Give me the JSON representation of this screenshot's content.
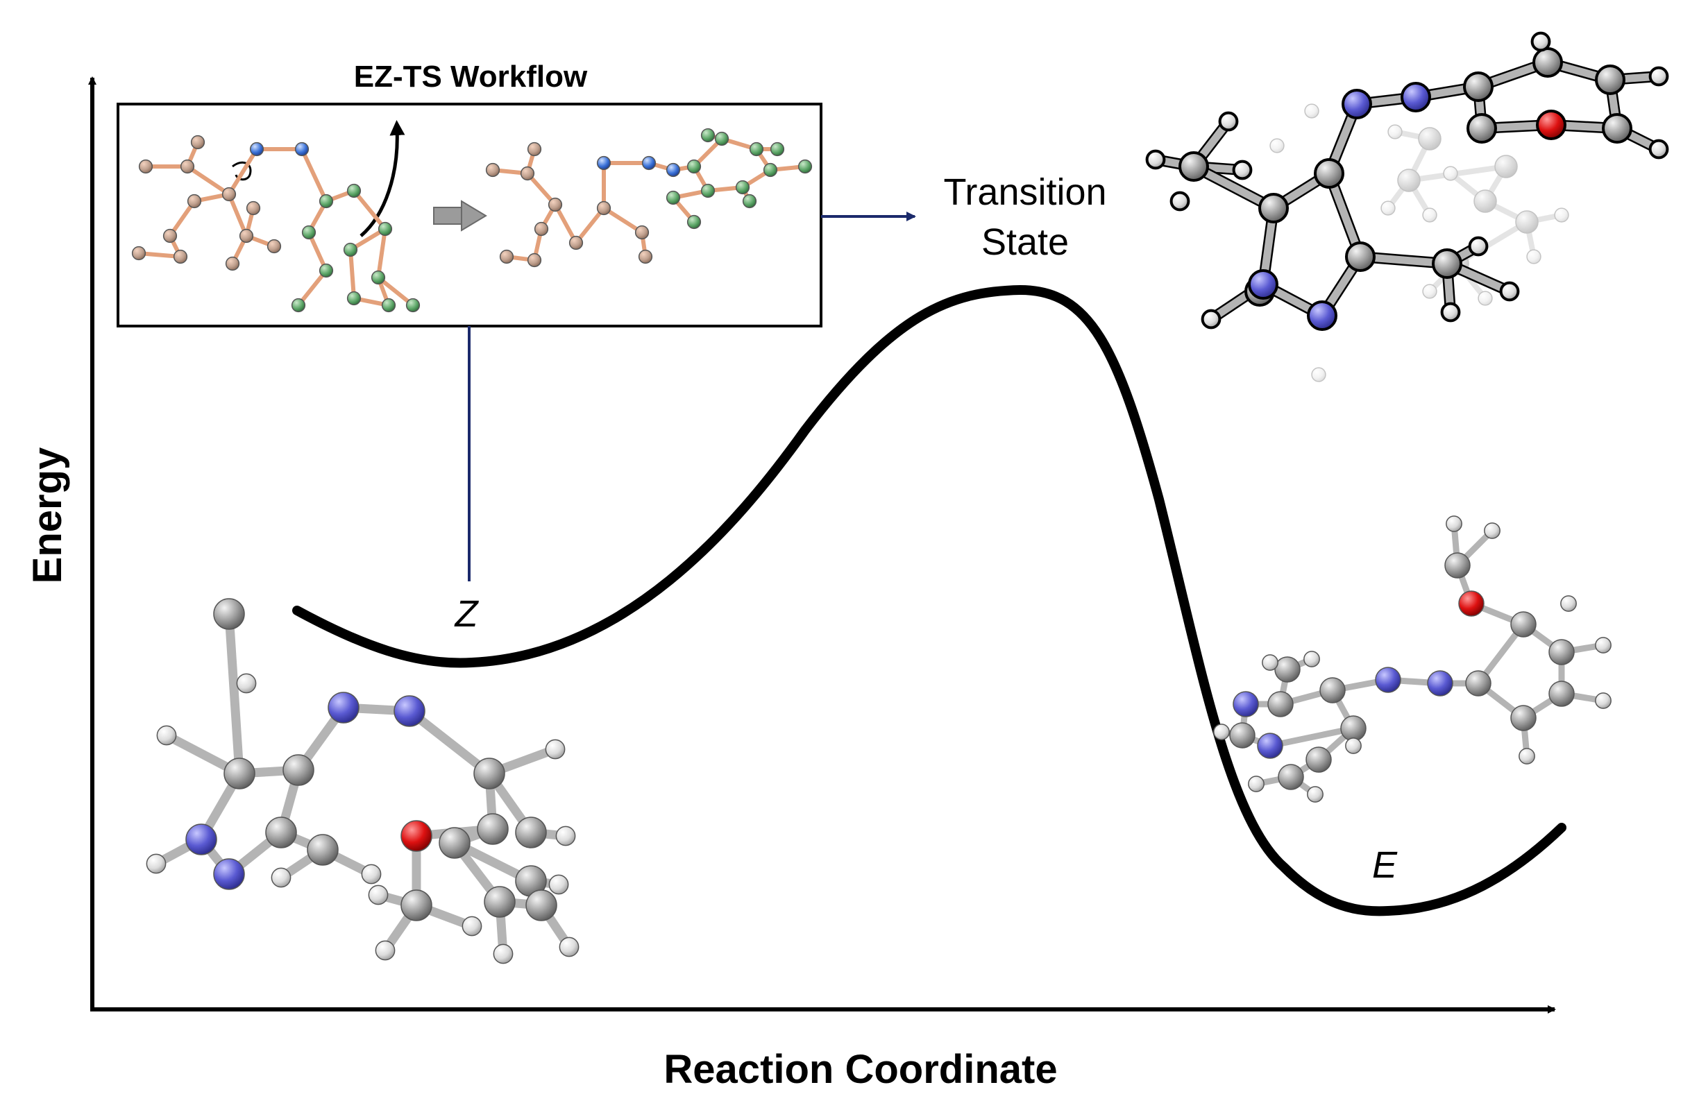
{
  "diagram": {
    "x_axis_label": "Reaction Coordinate",
    "y_axis_label": "Energy",
    "z_label": "Z",
    "e_label": "E",
    "ts_label_line1": "Transition",
    "ts_label_line2": "State",
    "workflow_title": "EZ-TS Workflow"
  },
  "colors": {
    "carbon": "#9a9a9a",
    "hydrogen": "#e8e8e8",
    "nitrogen": "#5a5ad2",
    "oxygen": "#dd1111",
    "bond": "#b4b4b4",
    "workflow_orange": "#e3a07a",
    "workflow_green": "#4c9a5a",
    "workflow_blue": "#3b72d8",
    "connector_navy": "#1b2a6b",
    "curve": "#000000"
  },
  "icons": {
    "rotation": "rotation-arrow-icon",
    "process": "gray-right-arrow-icon",
    "flip": "curved-arrow-icon"
  }
}
